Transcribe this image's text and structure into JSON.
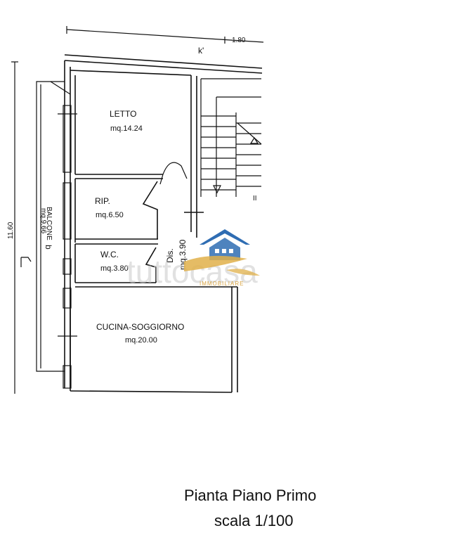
{
  "plan": {
    "rooms": [
      {
        "id": "letto",
        "name": "LETTO",
        "area": "mq.14.24"
      },
      {
        "id": "rip",
        "name": "RIP.",
        "area": "mq.6.50"
      },
      {
        "id": "wc",
        "name": "W.C.",
        "area": "mq.3.80"
      },
      {
        "id": "cucina",
        "name": "CUCINA-SOGGIORNO",
        "area": "mq.20.00"
      },
      {
        "id": "dis",
        "name": "Dis.",
        "area": "mq.3.90"
      },
      {
        "id": "balcone",
        "name": "BALCONE",
        "area": "mq.9.66"
      }
    ],
    "dimensions": {
      "top_width": "1.80",
      "left_height": "11.60"
    },
    "marker_k": "k'",
    "marker_b": "b",
    "stair_marks": [
      "II"
    ]
  },
  "watermark": {
    "text": "tuttocasa",
    "sub": "IMMOBILIARE"
  },
  "caption": {
    "title": "Pianta Piano Primo",
    "scale": "scala 1/100"
  },
  "colors": {
    "wall": "#111111",
    "logo_blue": "#2f6db3",
    "logo_gold": "#e0b04a",
    "watermark": "#c9c9c9"
  }
}
